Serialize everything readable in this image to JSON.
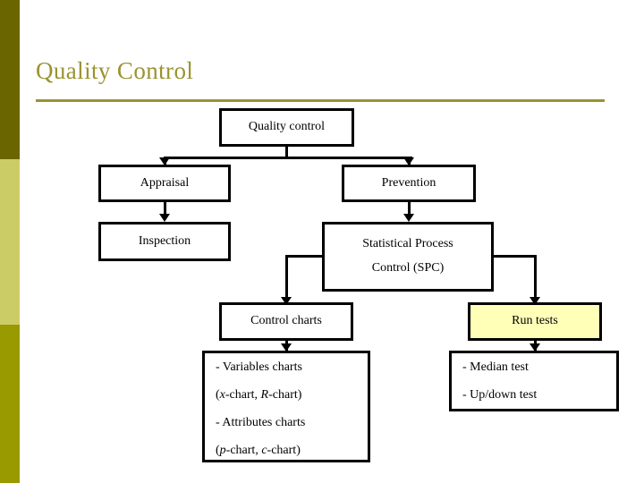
{
  "slide": {
    "title": "Quality Control",
    "accent_color": "#9a9330",
    "band_top_color": "#6b6500",
    "band_mid_color": "#cccc66",
    "band_bottom_color": "#999900",
    "highlight_fill": "#ffffb8"
  },
  "diagram": {
    "root": {
      "label": "Quality control"
    },
    "appraisal": {
      "label": "Appraisal"
    },
    "prevention": {
      "label": "Prevention"
    },
    "inspection": {
      "label": "Inspection"
    },
    "spc": {
      "line1": "Statistical Process",
      "line2": "Control (SPC)"
    },
    "control_charts": {
      "label": "Control charts"
    },
    "run_tests": {
      "label": "Run tests"
    },
    "control_charts_details": {
      "line1": "- Variables charts",
      "line2_pre": "(",
      "line2_italic1": "x",
      "line2_mid": "-chart, ",
      "line2_italic2": "R",
      "line2_post": "-chart)",
      "line3": "- Attributes charts",
      "line4_pre": "(",
      "line4_italic1": "p",
      "line4_mid": "-chart, ",
      "line4_italic2": "c",
      "line4_post": "-chart)"
    },
    "run_tests_details": {
      "line1": "- Median test",
      "line2": "- Up/down test"
    }
  }
}
